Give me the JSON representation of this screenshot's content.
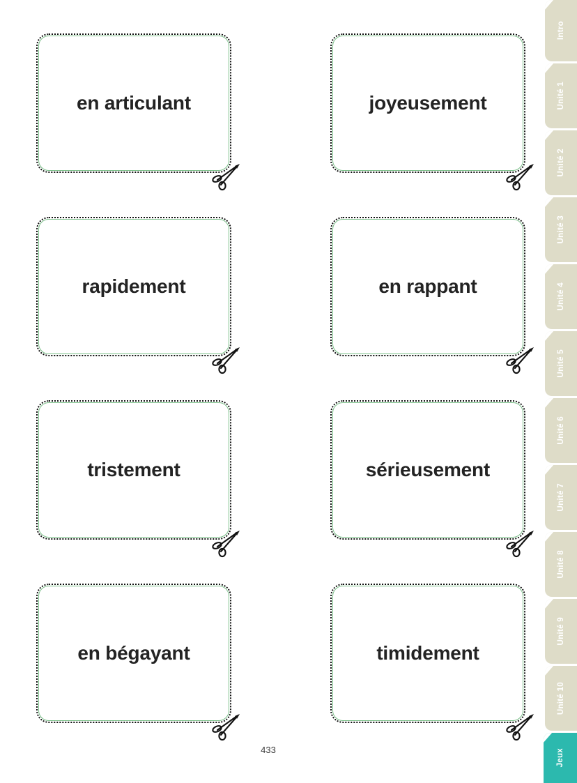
{
  "page": {
    "number": "433",
    "background_color": "#ffffff"
  },
  "worksheet": {
    "card_border_color": "#7cc08a",
    "cut_line_color": "#111111",
    "card_text_color": "#232323",
    "cards": [
      {
        "label": "en articulant",
        "icon": "scissors-icon"
      },
      {
        "label": "joyeusement",
        "icon": "scissors-icon"
      },
      {
        "label": "rapidement",
        "icon": "scissors-icon"
      },
      {
        "label": "en rappant",
        "icon": "scissors-icon"
      },
      {
        "label": "tristement",
        "icon": "scissors-icon"
      },
      {
        "label": "sérieusement",
        "icon": "scissors-icon"
      },
      {
        "label": "en bégayant",
        "icon": "scissors-icon"
      },
      {
        "label": "timidement",
        "icon": "scissors-icon"
      }
    ]
  },
  "tab_rail": {
    "inactive_color": "#dedcc8",
    "active_color": "#2cb9ae",
    "label_color": "#ffffff",
    "tabs": [
      {
        "label": "Intro",
        "active": false
      },
      {
        "label": "Unité 1",
        "active": false
      },
      {
        "label": "Unité 2",
        "active": false
      },
      {
        "label": "Unité 3",
        "active": false
      },
      {
        "label": "Unité 4",
        "active": false
      },
      {
        "label": "Unité 5",
        "active": false
      },
      {
        "label": "Unité 6",
        "active": false
      },
      {
        "label": "Unité 7",
        "active": false
      },
      {
        "label": "Unité 8",
        "active": false
      },
      {
        "label": "Unité 9",
        "active": false
      },
      {
        "label": "Unité 10",
        "active": false
      },
      {
        "label": "Jeux",
        "active": true
      }
    ]
  }
}
